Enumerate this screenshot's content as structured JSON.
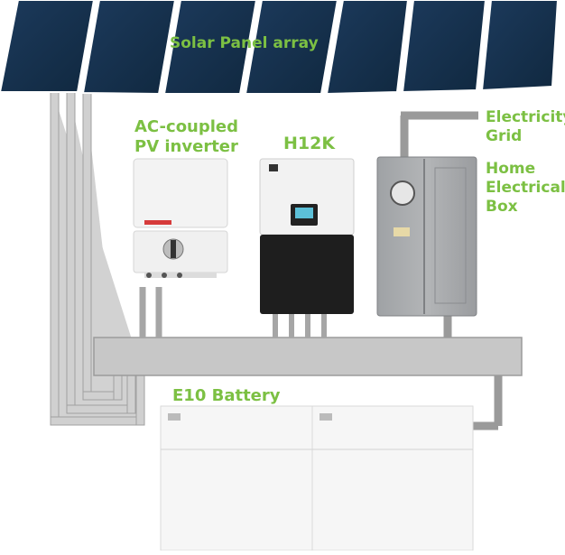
{
  "labels": {
    "solar_array": "Solar Panel array",
    "ac_inverter_line1": "AC-coupled",
    "ac_inverter_line2": "PV inverter",
    "hybrid_inverter": "H12K",
    "grid_line1": "Electricity",
    "grid_line2": "Grid",
    "home_box_line1": "Home",
    "home_box_line2": "Electrical",
    "home_box_line3": "Box",
    "battery": "E10 Battery"
  },
  "colors": {
    "label_green": "#7cc043",
    "panel_navy": "#15304e",
    "conduit_gray": "#c9c9c9",
    "conduit_edge": "#9a9a9a",
    "inverter_black": "#1d1d1d",
    "breaker_box_gray": "#a9abad"
  },
  "icons": {
    "meter": "circle-meter-icon",
    "inverter_screen": "lcd-screen-icon"
  }
}
